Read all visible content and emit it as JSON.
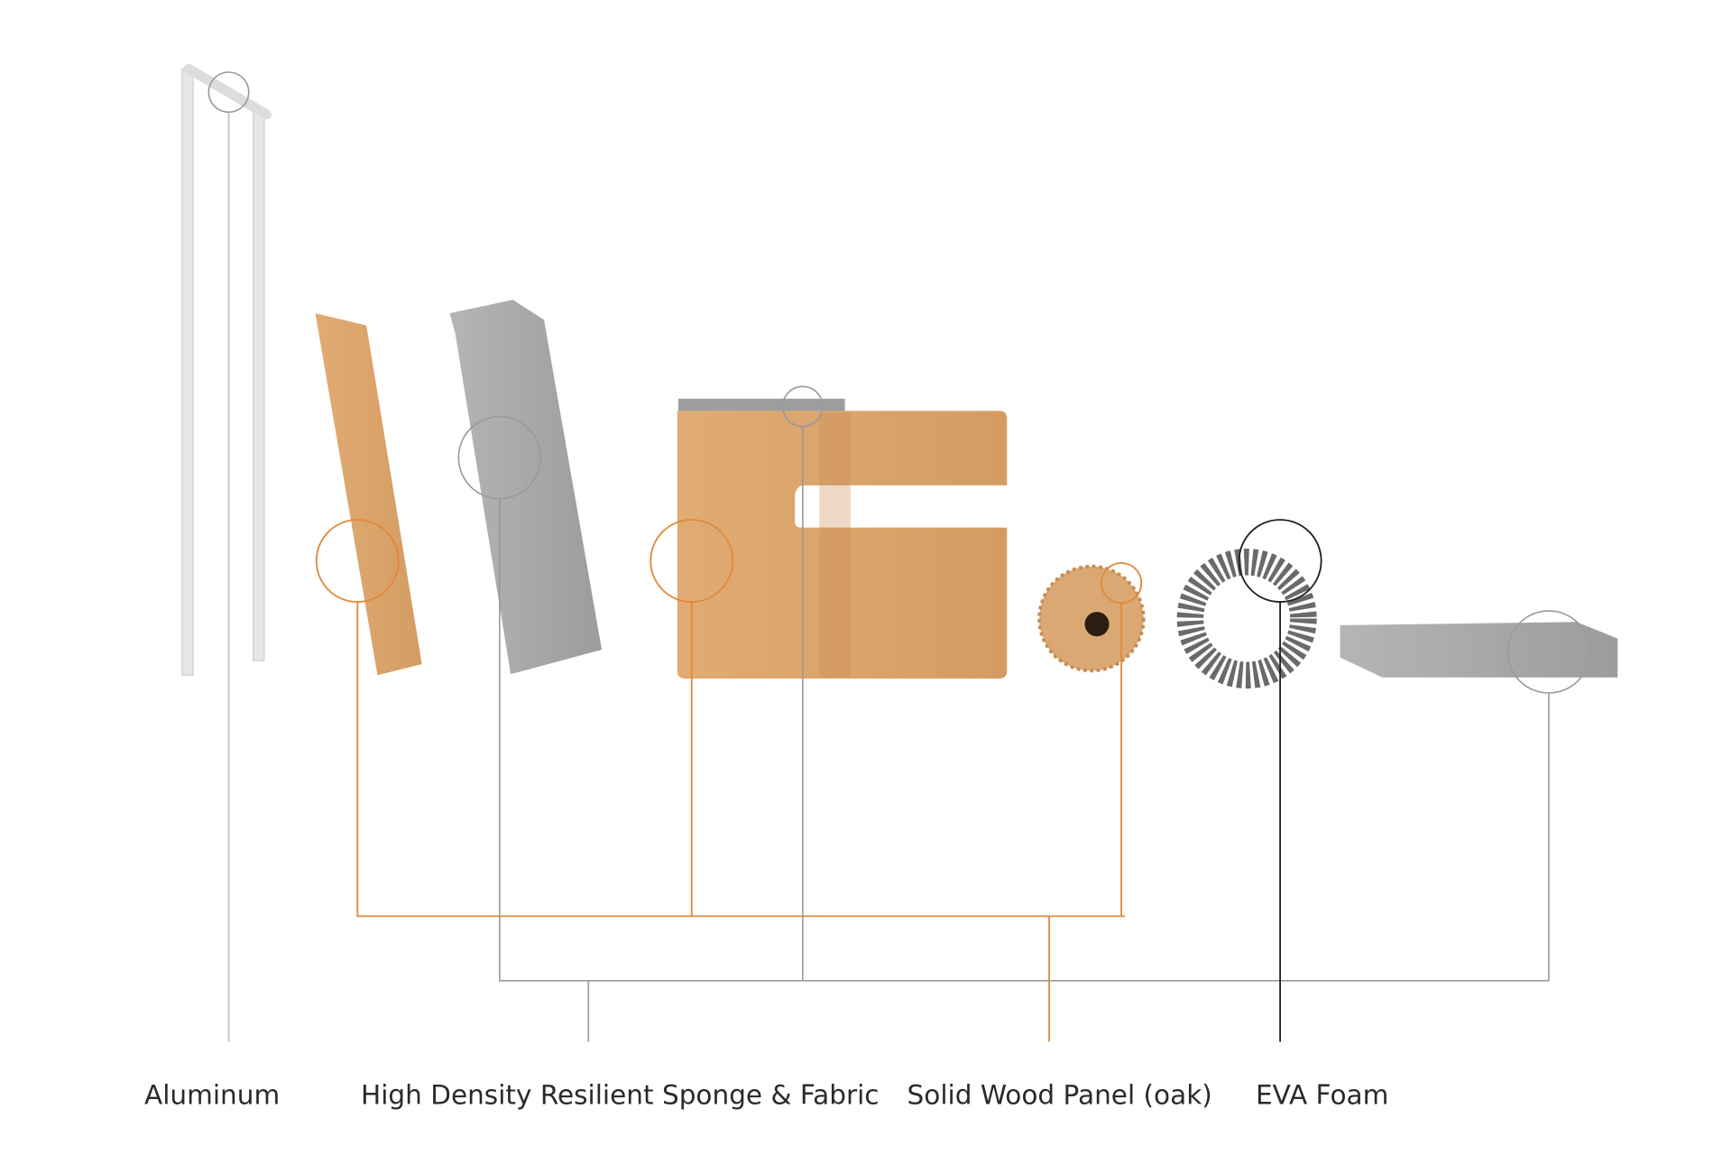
{
  "labels": {
    "aluminum": "Aluminum",
    "sponge_fabric": "High Density Resilient Sponge & Fabric",
    "solid_wood": "Solid Wood Panel (oak)",
    "eva_foam": "EVA Foam"
  },
  "colors": {
    "wood_leader": "#e08a3c",
    "gray_leader": "#9a9a9a",
    "eva_leader": "#222222",
    "wood": "#d9a46c",
    "sponge": "#a8a8a8",
    "eva": "#6a6a6a"
  }
}
